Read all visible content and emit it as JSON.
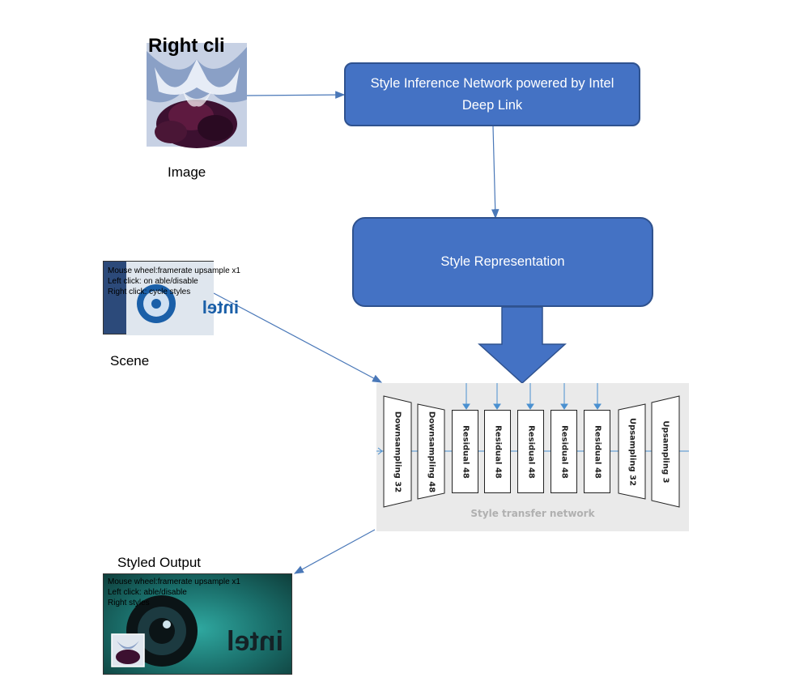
{
  "labels": {
    "image": "Image",
    "scene": "Scene",
    "styled_output": "Styled Output"
  },
  "boxes": {
    "style_inference": "Style Inference Network powered by Intel Deep Link",
    "style_representation": "Style Representation"
  },
  "network": {
    "caption": "Style transfer network",
    "blocks": [
      "Downsampling 32",
      "Downsampling 48",
      "Residual 48",
      "Residual 48",
      "Residual 48",
      "Residual 48",
      "Residual 48",
      "Upsampling 32",
      "Upsampling 3"
    ]
  },
  "image_thumb": {
    "overlay_text": "Right cli"
  },
  "scene_thumb": {
    "lines": [
      "Mouse wheel:framerate upsample x1",
      "Left click:        on able/disable",
      "Right click:     cycle styles"
    ]
  },
  "output_thumb": {
    "lines": [
      "Mouse wheel:framerate upsample x1",
      "Left click:        able/disable",
      "Right          styles"
    ]
  },
  "colors": {
    "box_fill": "#4472c4",
    "box_border": "#2f528f",
    "arrow": "#4a78b8",
    "panel": "#eaeaea"
  }
}
